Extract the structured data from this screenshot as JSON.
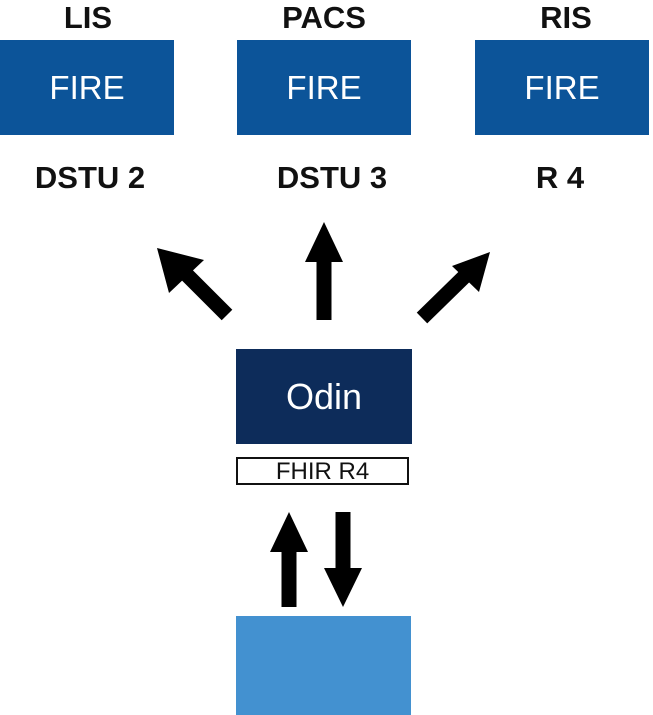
{
  "systems": [
    {
      "name": "LIS",
      "engine": "FIRE",
      "version": "DSTU 2"
    },
    {
      "name": "PACS",
      "engine": "FIRE",
      "version": "DSTU 3"
    },
    {
      "name": "RIS",
      "engine": "FIRE",
      "version": "R 4"
    }
  ],
  "odin": {
    "label": "Odin",
    "api": "FHIR R4"
  },
  "colors": {
    "fire_box": "#0c5499",
    "odin_box": "#0d2c5a",
    "client_box": "#4391d0",
    "arrow": "#000000"
  }
}
